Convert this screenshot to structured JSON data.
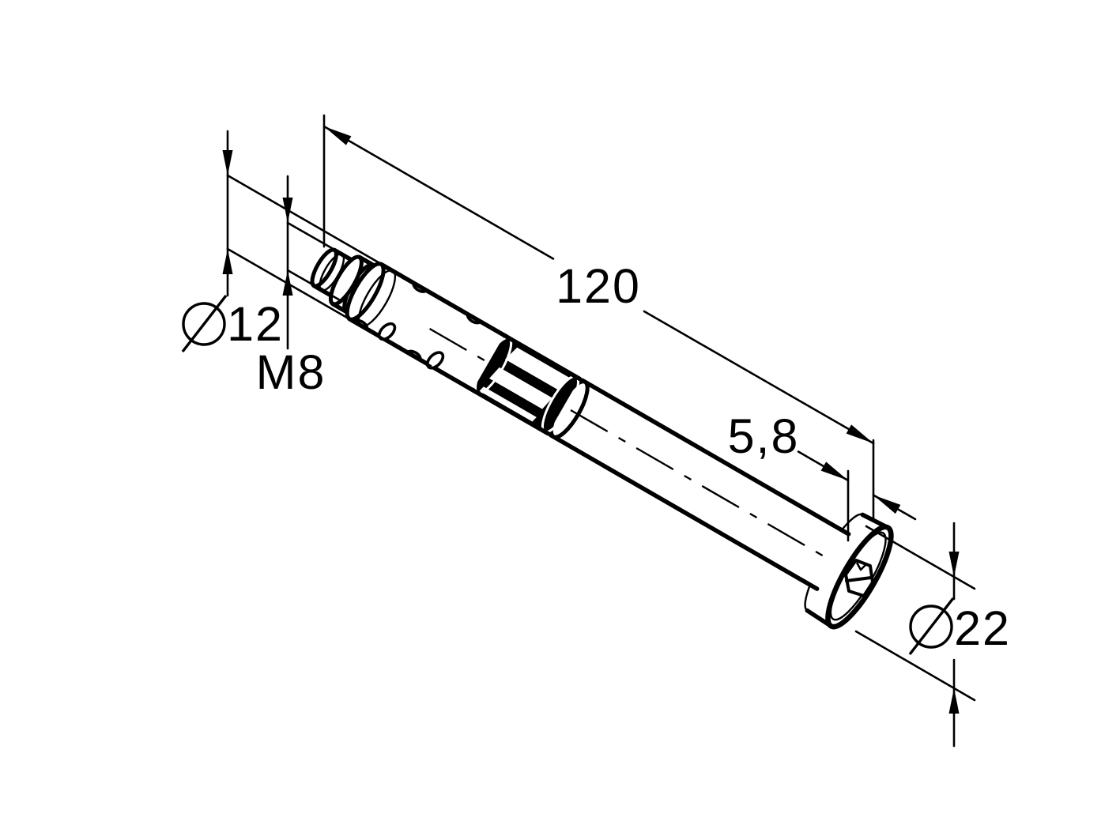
{
  "drawing": {
    "description": "Isometric technical line drawing of a metal sleeve anchor bolt with perforated expansion sleeve and hex-socket flange head",
    "background_color": "#ffffff",
    "line_color": "#000000",
    "dimensions": {
      "overall_length": {
        "value": "120"
      },
      "body_diameter": {
        "symbol": "⌀",
        "value": "12"
      },
      "thread_size": {
        "value": "M8"
      },
      "head_height": {
        "value": "5,8"
      },
      "head_diameter": {
        "symbol": "⌀",
        "value": "22"
      }
    }
  }
}
